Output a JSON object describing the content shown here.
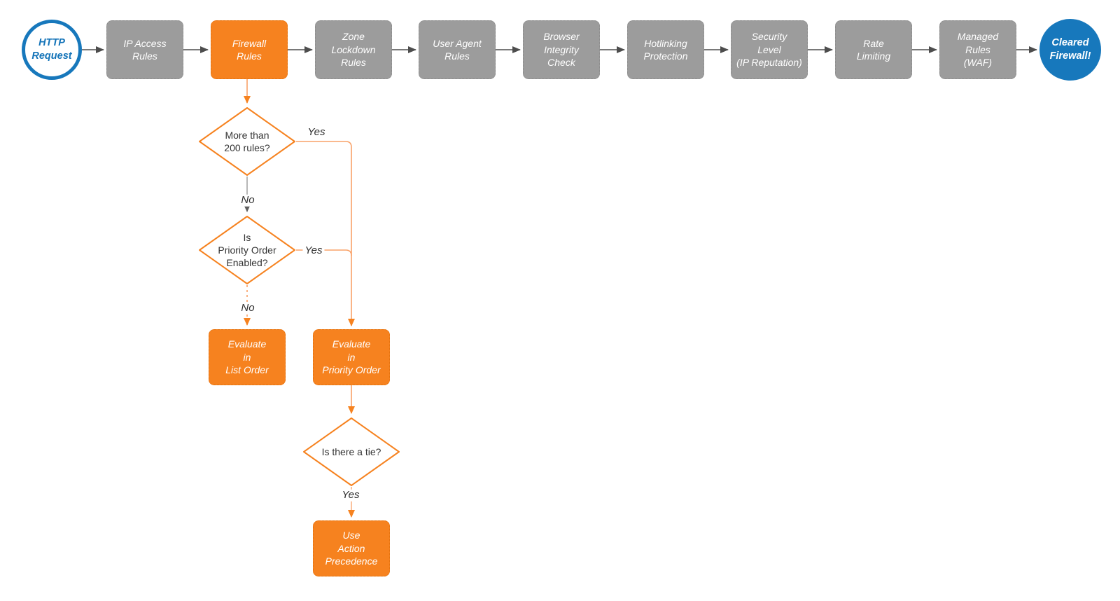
{
  "colors": {
    "accent_orange": "#f6821f",
    "line_orange_light": "#f9a268",
    "node_gray": "#9c9c9c",
    "accent_blue": "#1778bc",
    "line_dark": "#4d4d4d"
  },
  "pipeline": {
    "start_label": "HTTP\nRequest",
    "steps": [
      {
        "label": "IP Access\nRules"
      },
      {
        "label": "Firewall\nRules"
      },
      {
        "label": "Zone\nLockdown\nRules"
      },
      {
        "label": "User Agent\nRules"
      },
      {
        "label": "Browser\nIntegrity\nCheck"
      },
      {
        "label": "Hotlinking\nProtection"
      },
      {
        "label": "Security\nLevel\n(IP Reputation)"
      },
      {
        "label": "Rate\nLimiting"
      },
      {
        "label": "Managed\nRules\n(WAF)"
      }
    ],
    "end_label": "Cleared\nFirewall!"
  },
  "firewall_branch": {
    "decision_more_rules": "More than\n200 rules?",
    "decision_priority_enabled": "Is\nPriority Order\nEnabled?",
    "decision_tie": "Is there a tie?",
    "evaluate_list": "Evaluate\nin\nList Order",
    "evaluate_priority": "Evaluate\nin\nPriority Order",
    "use_action_precedence": "Use\nAction\nPrecedence",
    "edge_labels": {
      "yes_more_rules": "Yes",
      "no_more_rules": "No",
      "yes_priority": "Yes",
      "no_priority": "No",
      "yes_tie": "Yes"
    }
  }
}
